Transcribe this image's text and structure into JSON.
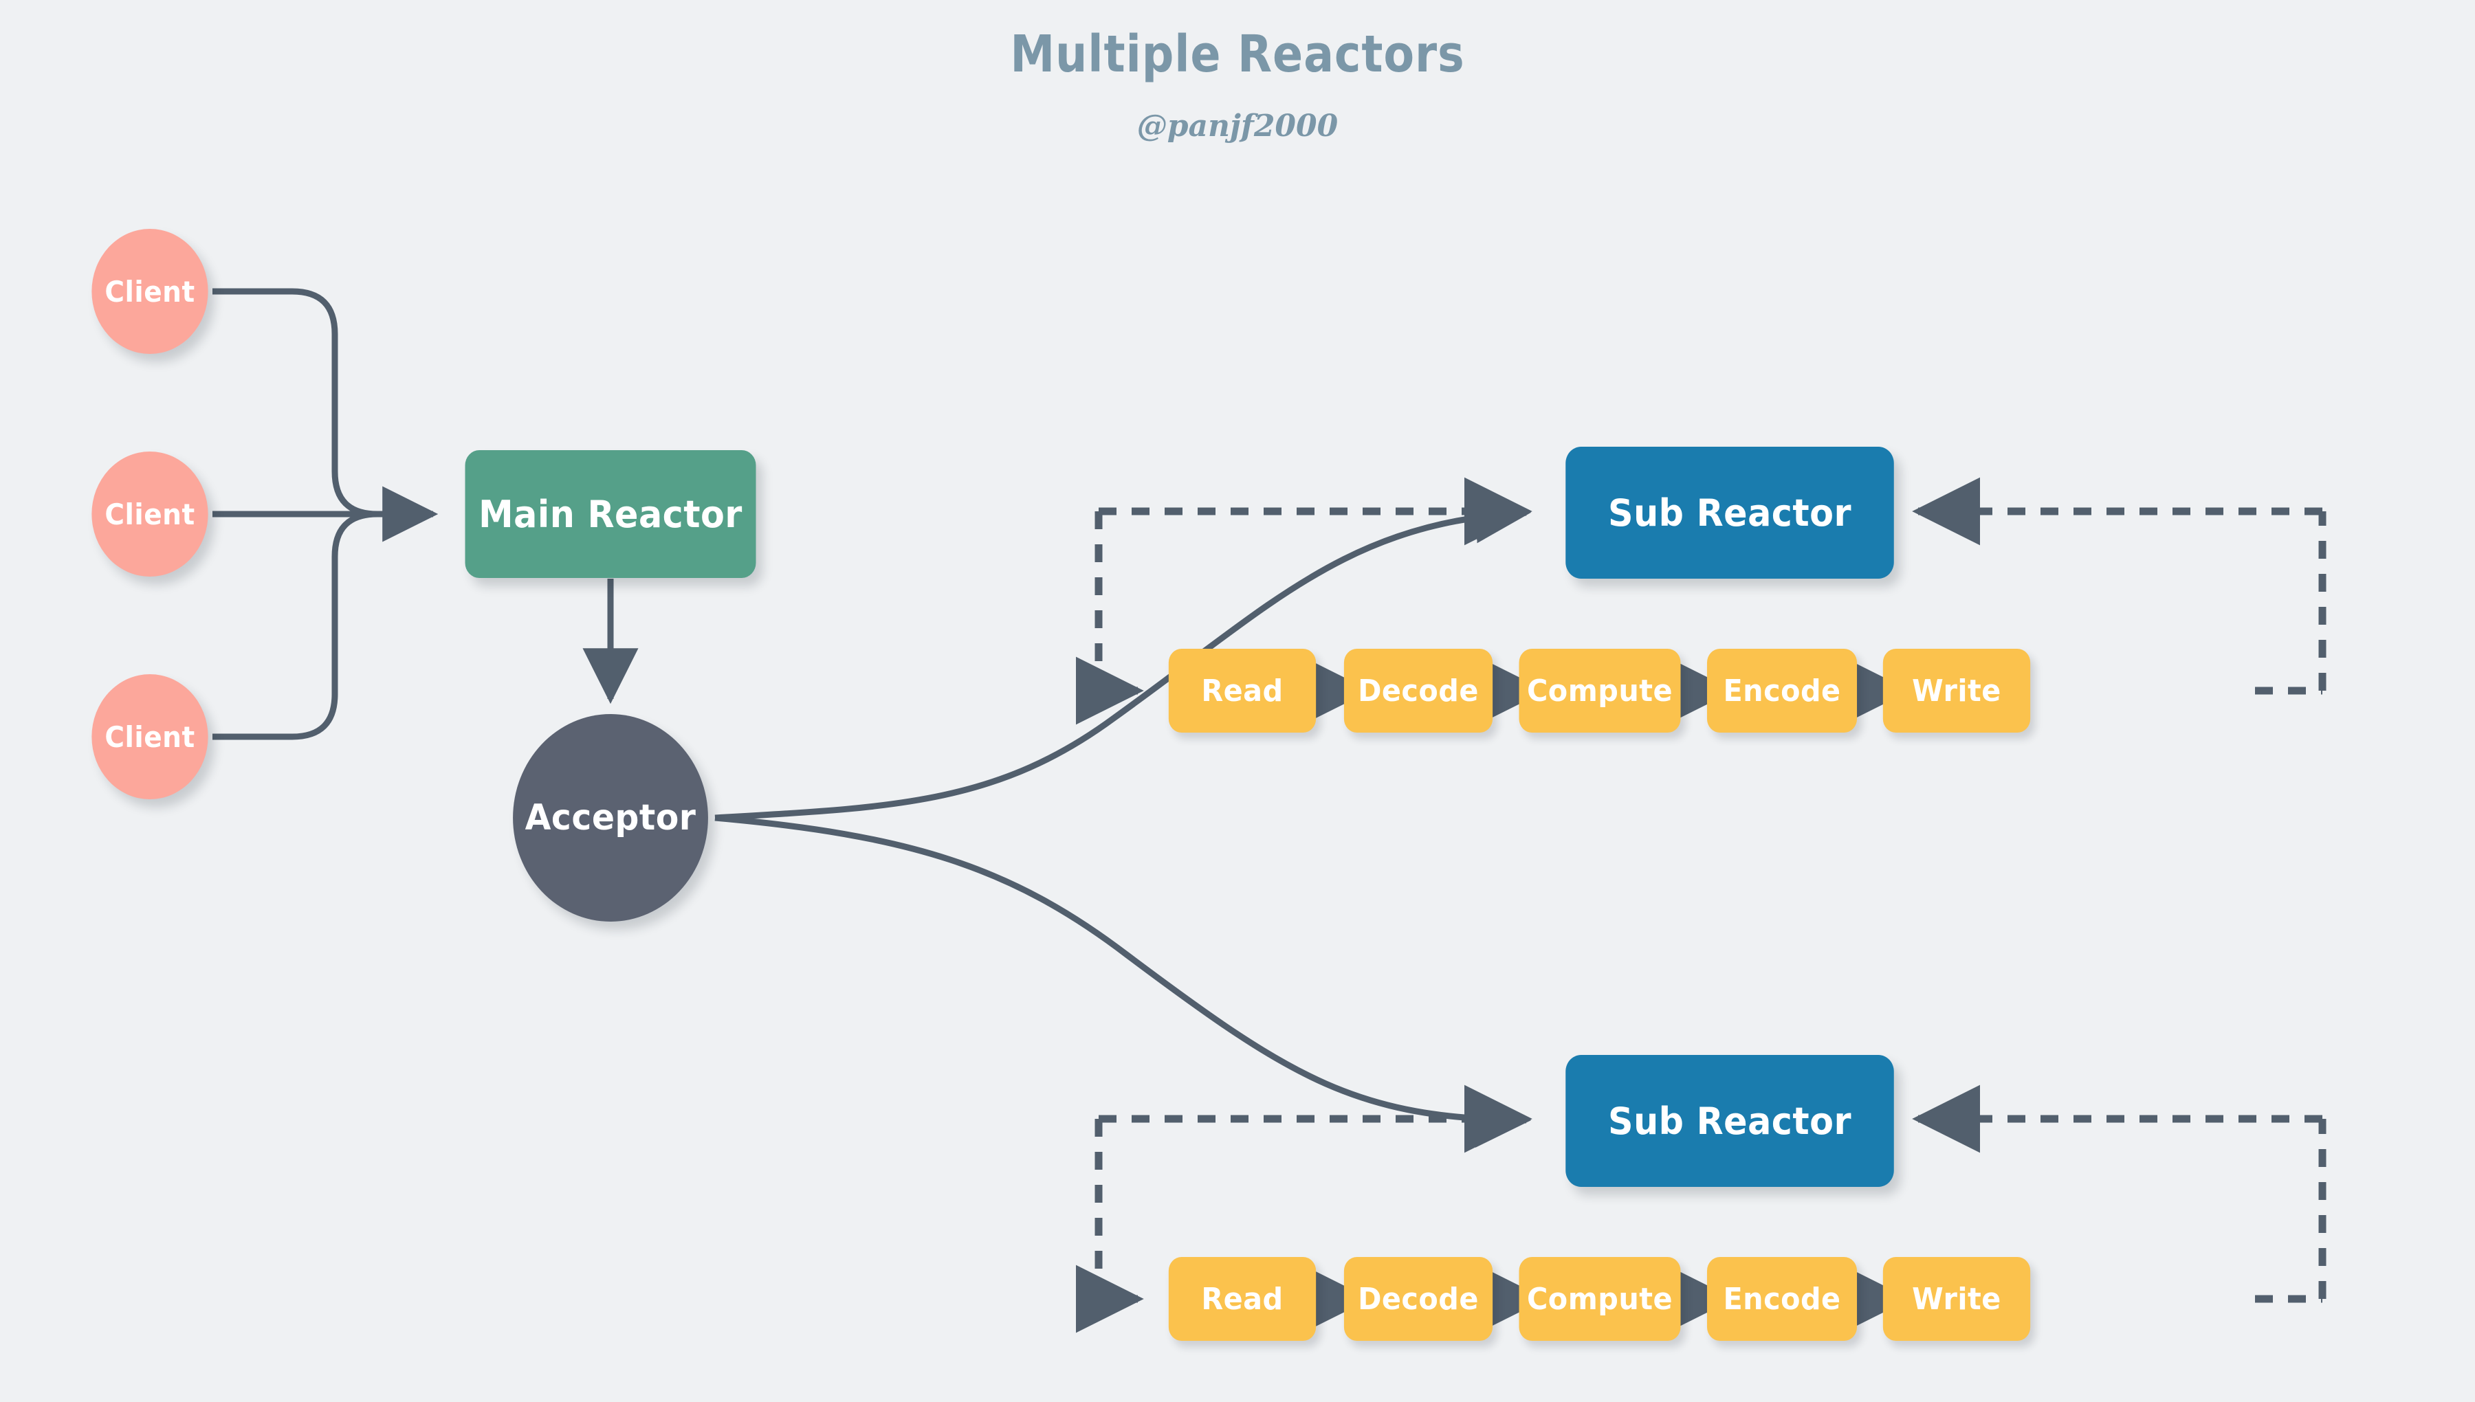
{
  "header": {
    "title": "Multiple Reactors",
    "subtitle": "@panjf2000"
  },
  "colors": {
    "background": "#eff1f3",
    "title_text": "#7b97a8",
    "client": "#fca79b",
    "main_reactor": "#55a089",
    "acceptor": "#5b6271",
    "sub_reactor": "#1a7cae",
    "stage": "#fbc24d",
    "connector": "#525f6d",
    "label_text": "#ffffff"
  },
  "diagram": {
    "type": "flow-diagram",
    "clients": [
      {
        "label": "Client"
      },
      {
        "label": "Client"
      },
      {
        "label": "Client"
      }
    ],
    "main_reactor": {
      "label": "Main Reactor"
    },
    "acceptor": {
      "label": "Acceptor"
    },
    "sub_reactors": [
      {
        "label": "Sub Reactor",
        "pipeline": [
          {
            "label": "Read"
          },
          {
            "label": "Decode"
          },
          {
            "label": "Compute"
          },
          {
            "label": "Encode"
          },
          {
            "label": "Write"
          }
        ]
      },
      {
        "label": "Sub Reactor",
        "pipeline": [
          {
            "label": "Read"
          },
          {
            "label": "Decode"
          },
          {
            "label": "Compute"
          },
          {
            "label": "Encode"
          },
          {
            "label": "Write"
          }
        ]
      }
    ]
  }
}
